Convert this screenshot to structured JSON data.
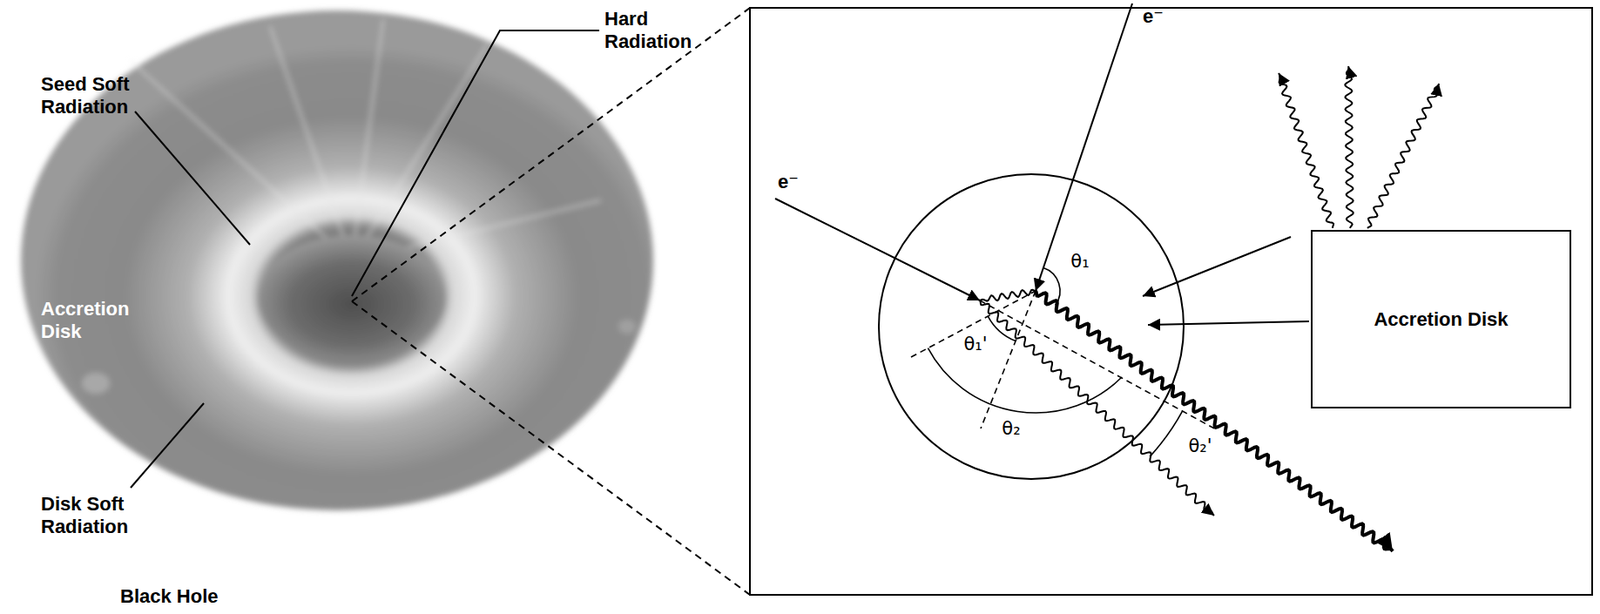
{
  "diagram": {
    "nodes": [
      {
        "text": [
          "Accretion Disk"
        ]
      }
    ],
    "labels": [
      "Hard Radiation",
      "Seed Soft Radiation",
      "Accretion Disk",
      "Disk Soft Radiation",
      "Black Hole",
      "e⁻",
      "e⁻",
      "θ₁",
      "θ₁'",
      "θ₂",
      "θ₂'"
    ]
  }
}
